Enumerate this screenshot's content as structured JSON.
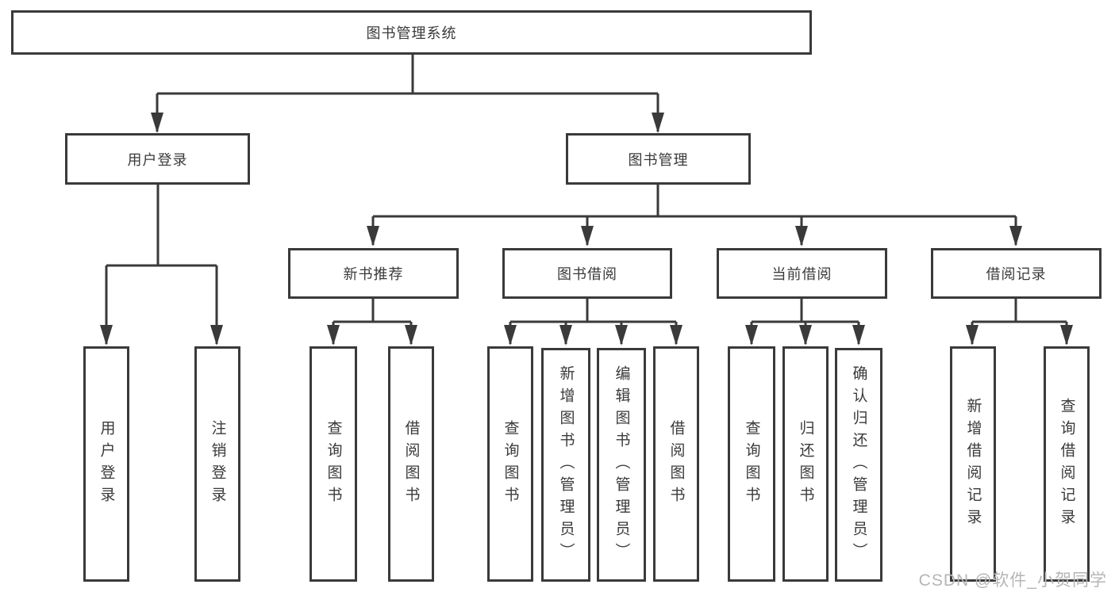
{
  "colors": {
    "line": "#3a3a3a",
    "box_border": "#3a3a3a",
    "box_fill": "#ffffff",
    "text": "#3a3a3a",
    "watermark": "#b5b5b5",
    "background": "#ffffff"
  },
  "watermark": {
    "text": "CSDN @软件_小贺同学"
  },
  "tree": {
    "root": {
      "label": "图书管理系统"
    },
    "branches": [
      {
        "label": "用户登录",
        "children": [
          {
            "label": "用户登录"
          },
          {
            "label": "注销登录"
          }
        ]
      },
      {
        "label": "图书管理",
        "sections": [
          {
            "label": "新书推荐",
            "children": [
              {
                "label": "查询图书"
              },
              {
                "label": "借阅图书"
              }
            ]
          },
          {
            "label": "图书借阅",
            "children": [
              {
                "label": "查询图书"
              },
              {
                "label": "新增图书（管理员）"
              },
              {
                "label": "编辑图书（管理员）"
              },
              {
                "label": "借阅图书"
              }
            ]
          },
          {
            "label": "当前借阅",
            "children": [
              {
                "label": "查询图书"
              },
              {
                "label": "归还图书"
              },
              {
                "label": "确认归还（管理员）"
              }
            ]
          },
          {
            "label": "借阅记录",
            "children": [
              {
                "label": "新增借阅记录"
              },
              {
                "label": "查询借阅记录"
              }
            ]
          }
        ]
      }
    ]
  }
}
